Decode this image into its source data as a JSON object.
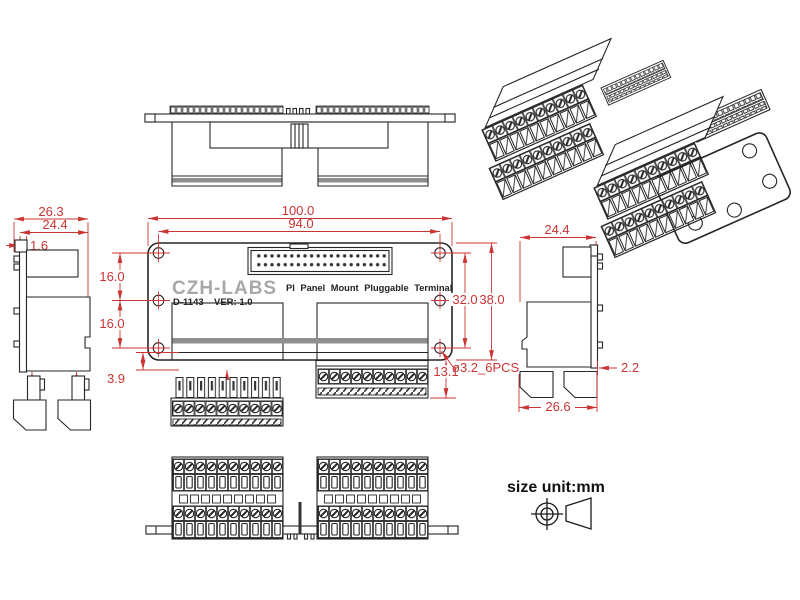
{
  "drawing": {
    "brand": "CZH-LABS",
    "model": "D-1143",
    "version": "VER: 1.0",
    "product_line": "PI Panel Mount Pluggable Terminal",
    "unit_note": "size unit:mm",
    "plate_silkscreen": "Terminal"
  },
  "dims": {
    "left_overall": "26.3",
    "left_body": "24.4",
    "left_plate": "1.6",
    "front_overall_w": "100.0",
    "front_hole_span_w": "94.0",
    "front_hole_pitch_1": "16.0",
    "front_hole_pitch_2": "16.0",
    "front_offset": "3.9",
    "front_hole_span_h": "32.0",
    "front_overall_h": "38.0",
    "front_plug_h": "13.1",
    "front_hole_note": "ø3.2_6PCS",
    "right_body": "24.4",
    "right_plate_t": "2.2",
    "right_overall": "26.6"
  },
  "colors": {
    "dimension_red": "#cc3333",
    "line_black": "#262626",
    "brand_gray": "#a8a8a8",
    "band_gray": "#8f8f8f"
  }
}
